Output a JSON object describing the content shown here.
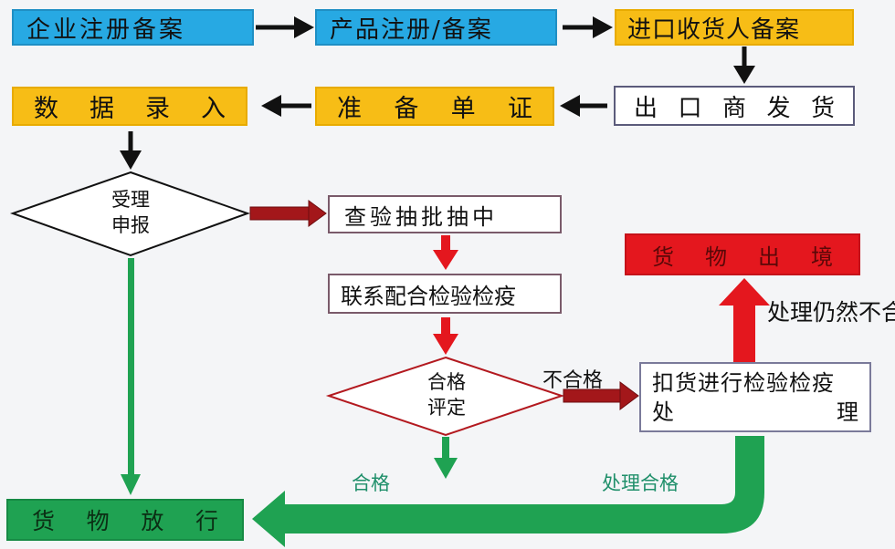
{
  "nodes": {
    "enterprise_register": "企业注册备案",
    "product_register": "产品注册/备案",
    "importer_filing": "进口收货人备案",
    "data_entry": "数据录入",
    "prepare_documents": "准备单证",
    "exporter_ship": "出口商发货",
    "accept_declaration": "受理申报",
    "inspection_sampling": "查验抽批抽中",
    "cooperate_inspection": "联系配合检验检疫",
    "qualification_assessment": "合格评定",
    "detain_process_line1": "扣货进行检验检疫",
    "detain_process_line2_left": "处",
    "detain_process_line2_right": "理",
    "goods_exit": "货物出境",
    "goods_release": "货物放行"
  },
  "labels": {
    "unqualified": "不合格",
    "still_unqualified": "处理仍然不合格",
    "qualified": "合格",
    "processed_qualified": "处理合格"
  },
  "colors": {
    "blue": "#27a9e3",
    "yellow": "#f7bd16",
    "red": "#e4171e",
    "green": "#1fa252",
    "dark_red_arrow": "#a3171a"
  }
}
